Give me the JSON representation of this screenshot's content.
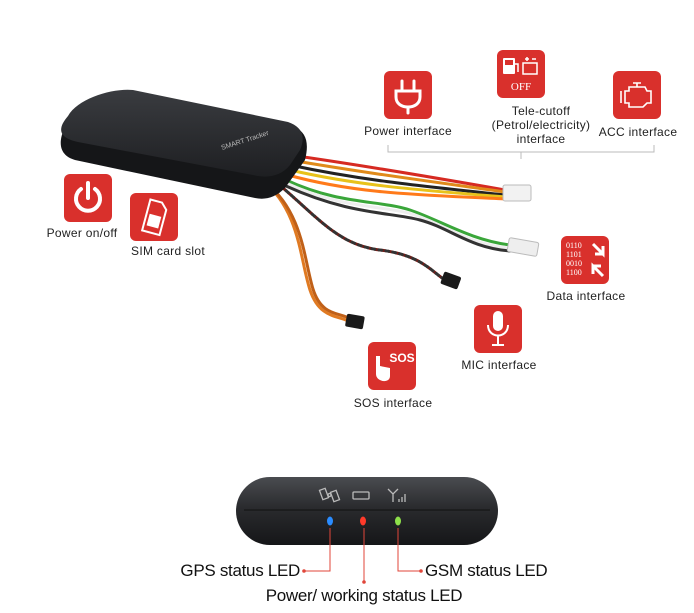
{
  "device": {
    "brand_text": "SMART Tracker"
  },
  "callouts": {
    "power_interface": "Power interface",
    "tele_cutoff": [
      "Tele-cutoff",
      "(Petrol/electricity)",
      "interface"
    ],
    "tele_cutoff_icon_text": "OFF",
    "acc_interface": "ACC interface",
    "power_on_off": "Power on/off",
    "sim_card_slot": "SIM card slot",
    "data_interface": "Data interface",
    "data_icon_text": [
      "0110",
      "1101",
      "0010",
      "1100"
    ],
    "mic_interface": "MIC interface",
    "sos_interface": "SOS interface",
    "sos_icon_text": "SOS"
  },
  "leds": {
    "gps": {
      "label": "GPS status LED",
      "color": "#2a8cff"
    },
    "power": {
      "label": "Power/ working status LED",
      "color": "#ff3a2a"
    },
    "gsm": {
      "label": "GSM status LED",
      "color": "#8ee04a"
    }
  },
  "colors": {
    "accent": "#d9302c",
    "device": "#2b2d30"
  }
}
